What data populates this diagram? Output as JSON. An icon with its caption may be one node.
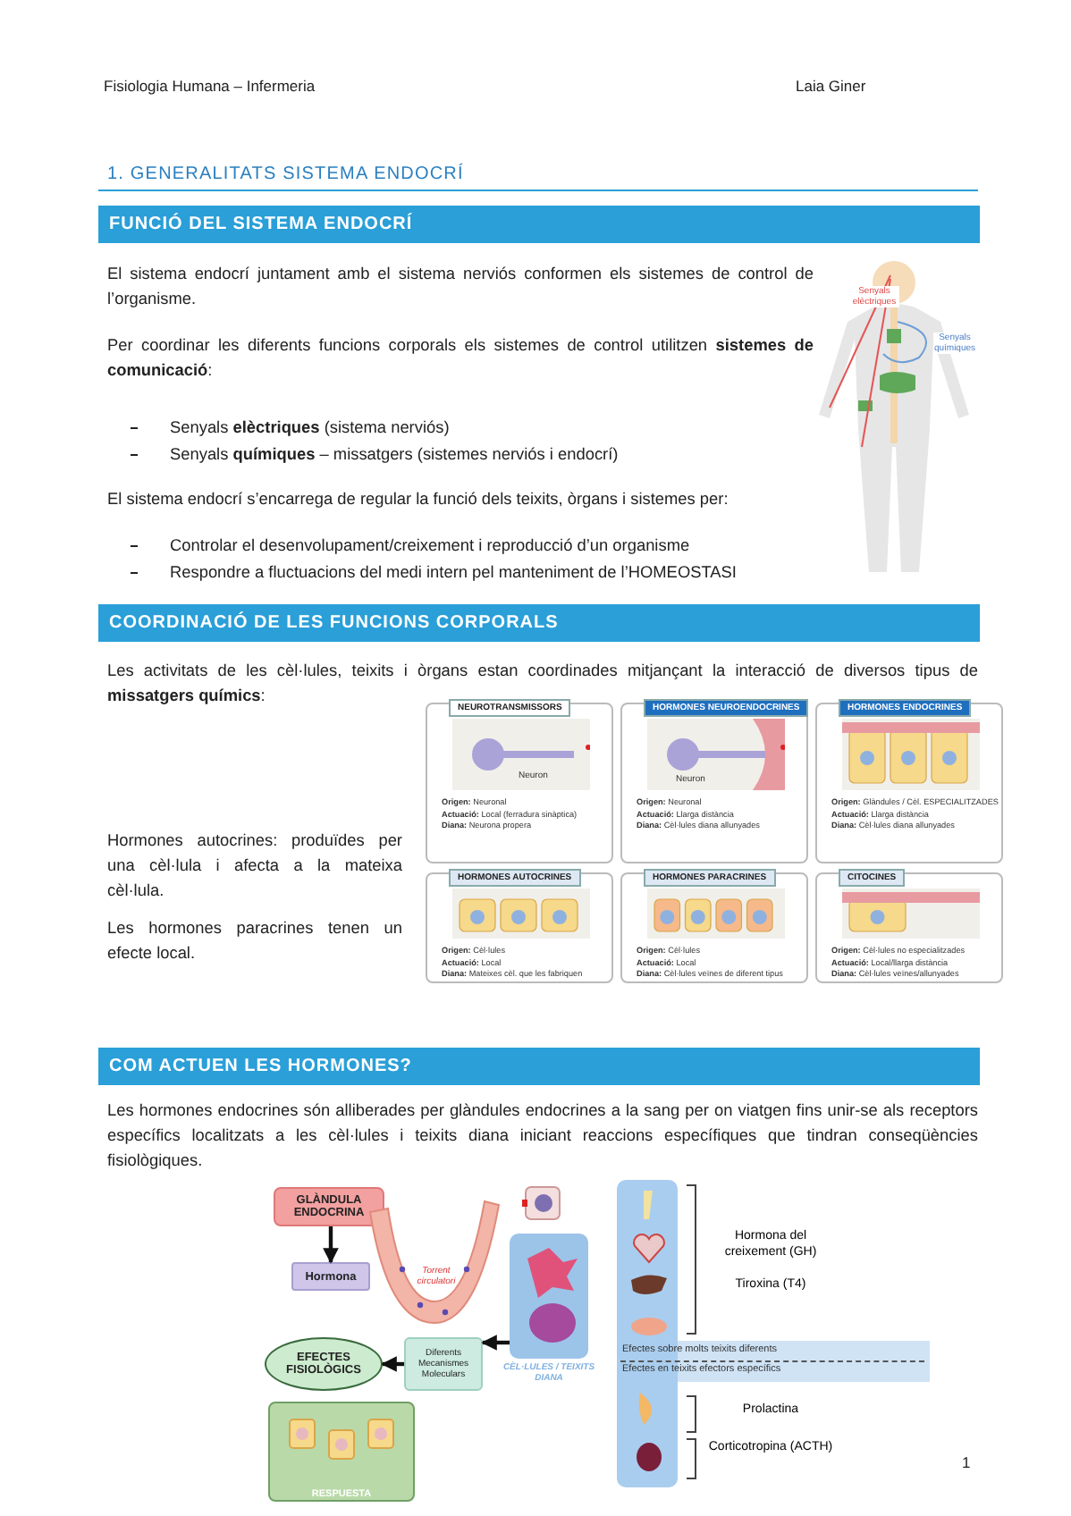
{
  "diagram": {
    "title": "1. GENERALITATS SISTEMA ENDOCRÍ",
    "nodes": [
      {
        "text": [
          "NEUROTRANSMISSORS",
          "**Origen:** Neuronal",
          "**Actuació:** Local (ferradura sinàptica)",
          "**Diana:** Neurona propera"
        ]
      },
      {
        "text": [
          "HORMONES NEUROENDOCRINES",
          "**Origen:** Neuronal",
          "**Actuació:** Llarga distància",
          "**Diana:** Cèl·lules diana allunyades"
        ]
      },
      {
        "text": [
          "HORMONES ENDOCRINES",
          "**Origen:** Glàndules / Cèl. ESPECIALITZADES",
          "**Actuació:** Llarga distància",
          "**Diana:** Cèl·lules diana allunyades"
        ]
      },
      {
        "text": [
          "HORMONES AUTOCRINES",
          "**Origen:** Cèl·lules",
          "**Actuació:** Local",
          "**Diana:** Mateixes cèl. que les fabriquen"
        ]
      },
      {
        "text": [
          "HORMONES PARACRINES",
          "**Origen:** Cèl·lules",
          "**Actuació:** Local",
          "**Diana:** Cèl·lules veïnes de diferent tipus"
        ]
      },
      {
        "text": [
          "CITOCINES",
          "**Origen:** Cèl·lules no especialitzades",
          "**Actuació:** Local/llarga distància",
          "**Diana:** Cèl·lules veïnes/allunyades"
        ]
      },
      {
        "text": [
          "GLÀNDULA ENDOCRINA"
        ]
      },
      {
        "text": [
          "Hormona"
        ]
      },
      {
        "text": [
          "CÈL·LULES / TEIXITS DIANA"
        ]
      },
      {
        "text": [
          "Diferents Mecanismes Moleculars"
        ]
      },
      {
        "text": [
          "EFECTES FISIOLÒGICS"
        ]
      },
      {
        "text": [
          "RESPUESTA"
        ]
      }
    ],
    "edges": [
      {
        "from": 6,
        "to": 7,
        "arrow": "to"
      },
      {
        "from": 8,
        "to": 9,
        "arrow": "to"
      },
      {
        "from": 9,
        "to": 10,
        "arrow": "to"
      }
    ],
    "labels": [
      "Fisiologia Humana – Infermeria",
      "Laia Giner",
      "FUNCIÓ DEL SISTEMA ENDOCRÍ",
      "El sistema endocrí juntament amb el sistema nerviós conformen els sistemes de control de l’organisme.",
      "Per coordinar les diferents funcions corporals els sistemes de control utilitzen **sistemes de comunicació**:",
      "Senyals **elèctriques** (sistema nerviós)",
      "Senyals **químiques** – missatgers (sistemes nerviós i endocrí)",
      "El sistema endocrí s’encarrega de regular la funció dels teixits, òrgans i sistemes per:",
      "Controlar el desenvolupament/creixement i reproducció d’un organisme",
      "Respondre a fluctuacions del medi intern pel manteniment de l’HOMEOSTASI",
      "Senyals elèctriques",
      "Senyals químiques",
      "COORDINACIÓ DE LES FUNCIONS CORPORALS",
      "Les activitats de les cèl·lules, teixits i òrgans estan coordinades mitjançant la interacció de diversos tipus de **missatgers químics**:",
      "Hormones autocrines: produïdes per una cèl·lula i afecta a la mateixa cèl·lula.",
      "Les hormones paracrines tenen un efecte local.",
      "Neuron",
      "Neuron",
      "COM ACTUEN LES HORMONES?",
      "Les hormones endocrines són alliberades per glàndules endocrines a la sang per on viatgen fins unir-se als receptors específics localitzats a les cèl·lules i teixits diana iniciant reaccions específiques que tindran conseqüències fisiològiques.",
      "Torrent circulatori",
      "Hormona del creixement (GH)",
      "Tiroxina (T4)",
      "Efectes sobre molts teixits diferents",
      "Efectes en teixits efectors específics",
      "Prolactina",
      "Corticotropina (ACTH)",
      "1"
    ]
  }
}
